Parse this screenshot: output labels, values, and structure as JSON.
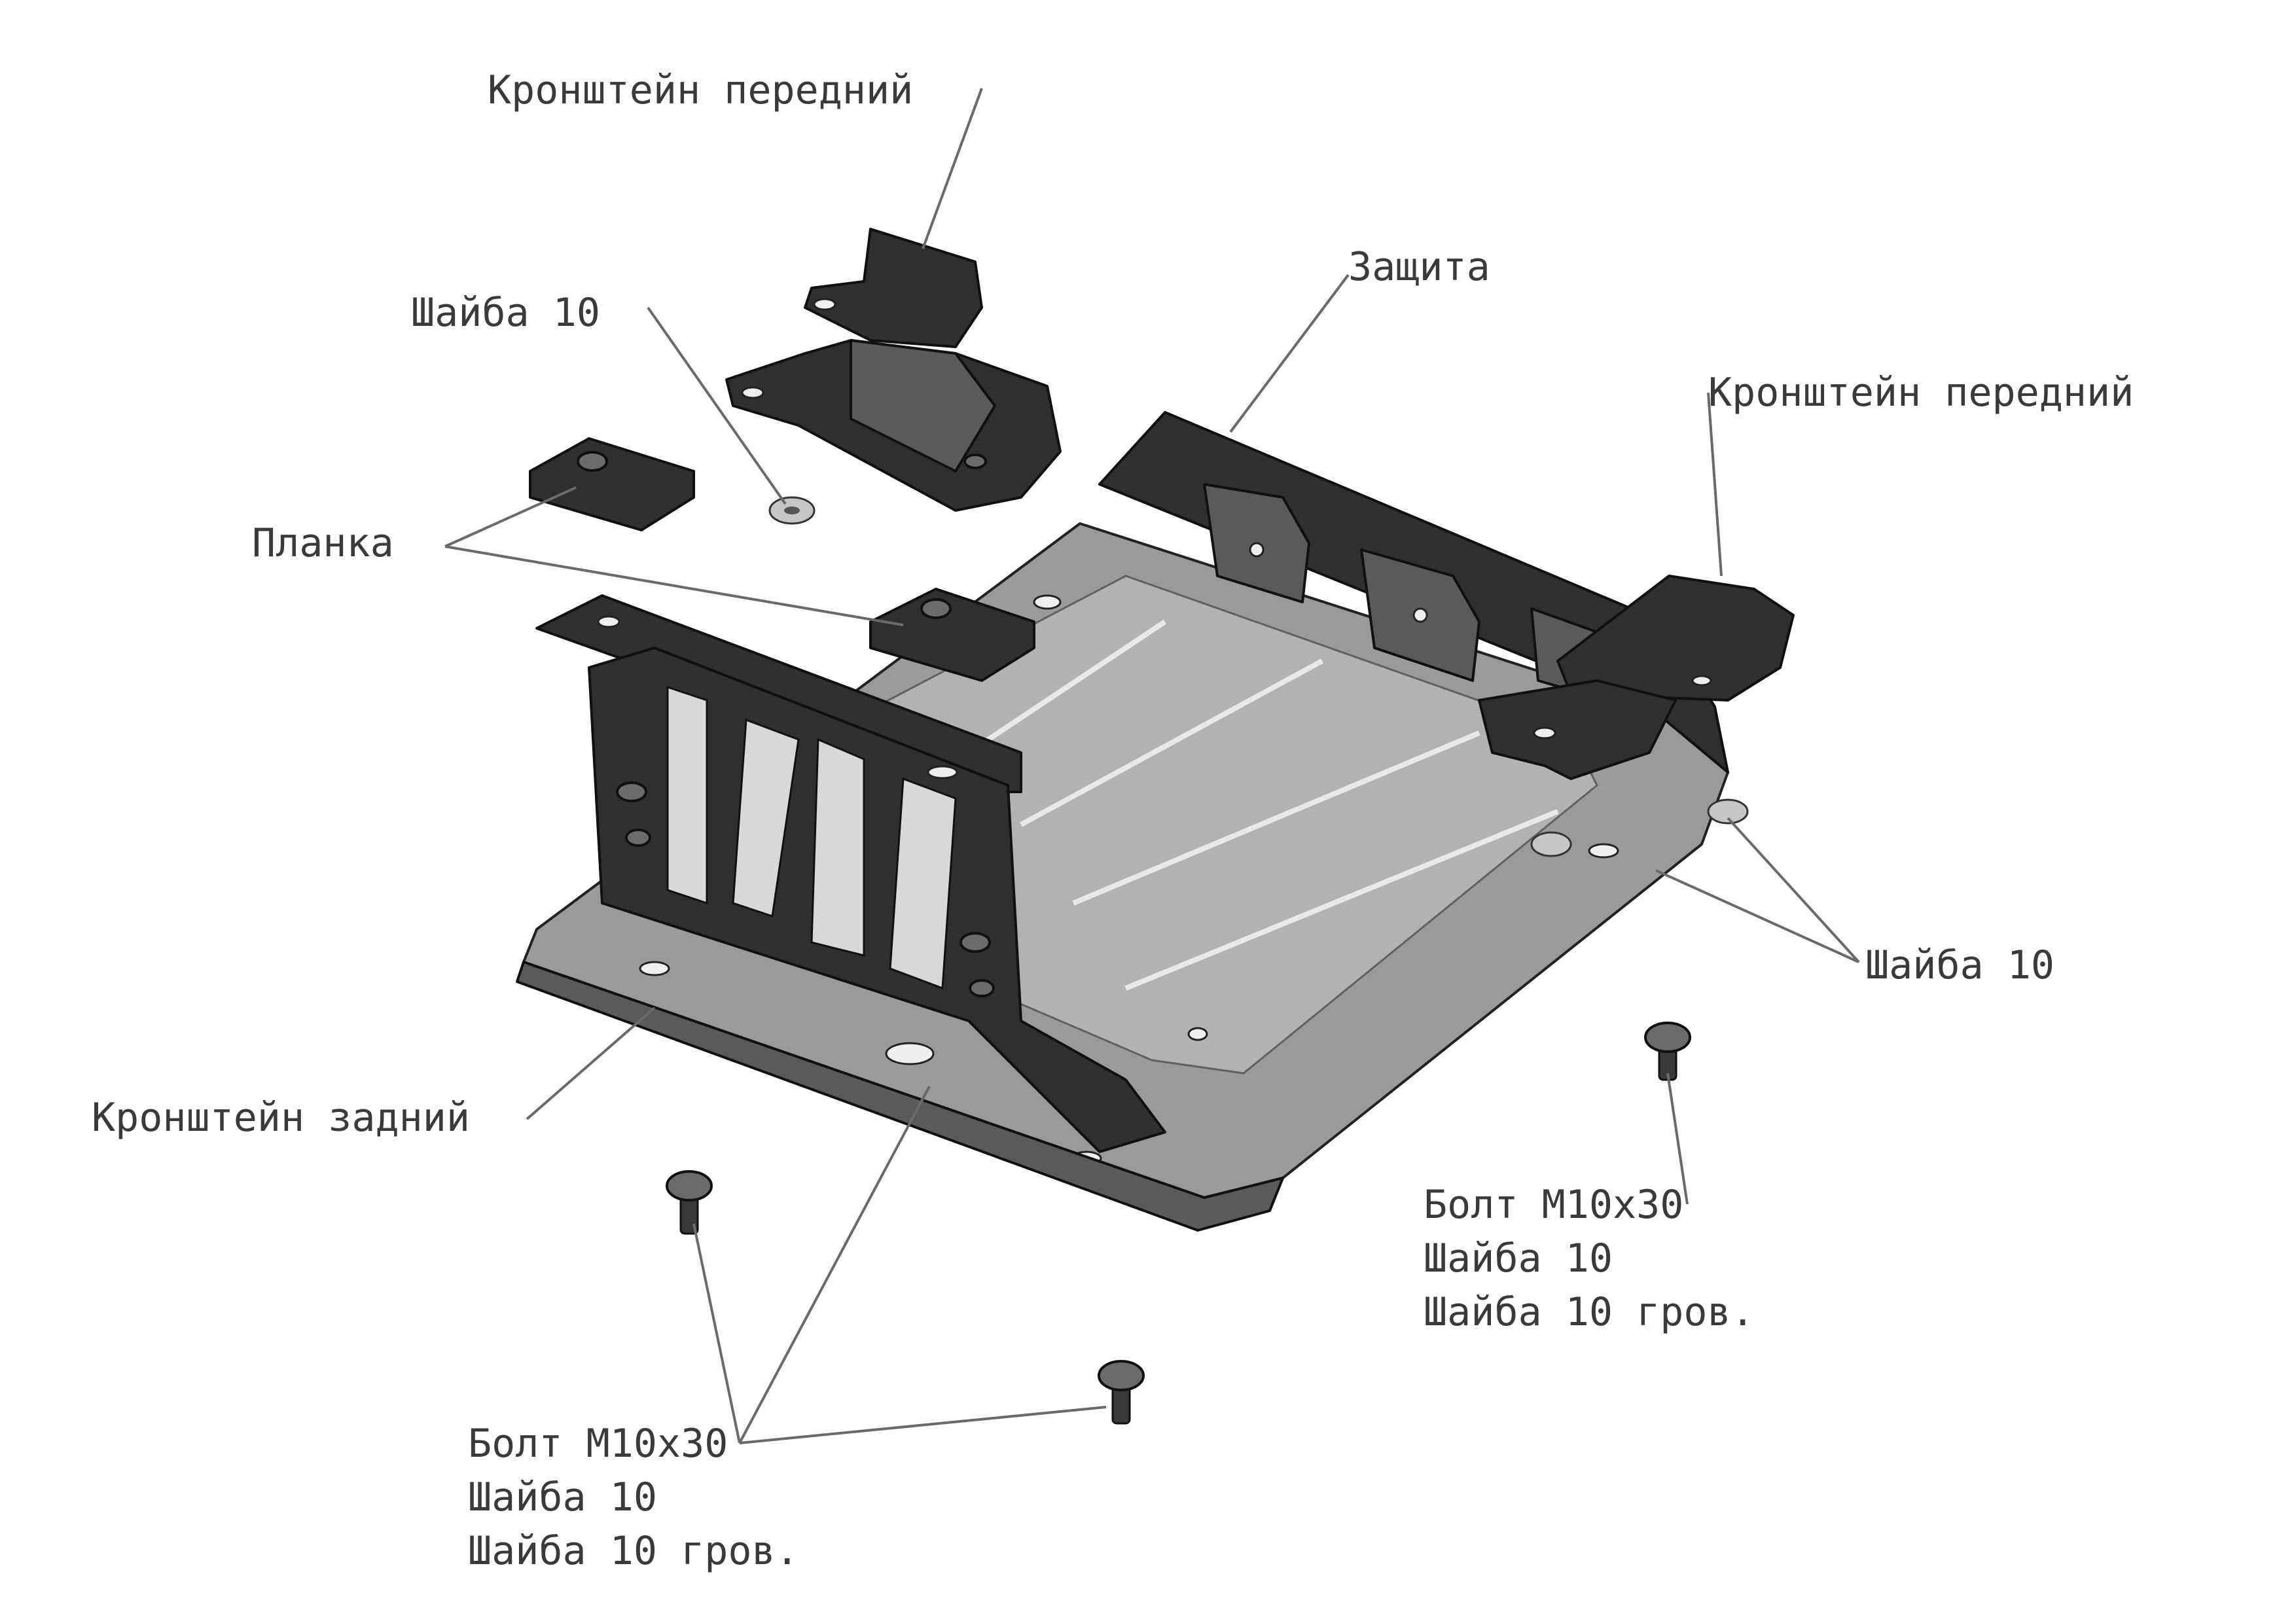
{
  "labels": {
    "bracket_front_top": "Кронштейн передний",
    "washer_top": "Шайба 10",
    "guard": "Защита",
    "bracket_front_right": "Кронштейн передний",
    "plate": "Планка",
    "washer_right": "Шайба 10",
    "bracket_rear": "Кронштейн задний",
    "fastener_right": [
      "Болт М10х30",
      "Шайба 10",
      "Шайба 10 гров."
    ],
    "fastener_bottom": [
      "Болт М10х30",
      "Шайба 10",
      "Шайба 10 гров."
    ]
  },
  "colors": {
    "part_dark": "#2f2f2f",
    "part_mid": "#5a5a5a",
    "part_light": "#9a9a9a",
    "leader_line": "#6a6a6a",
    "text": "#3a3a3a"
  }
}
